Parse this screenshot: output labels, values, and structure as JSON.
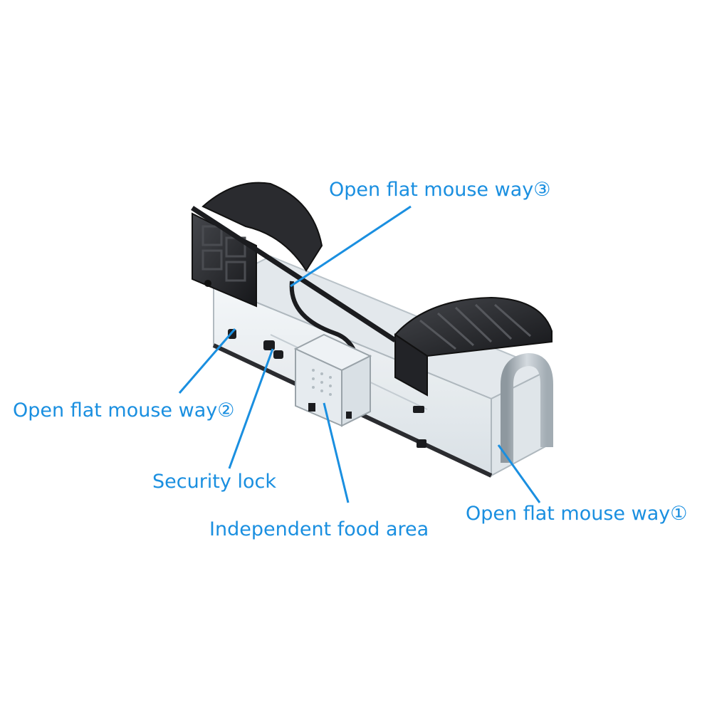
{
  "colors": {
    "label": "#1a8fe0",
    "leader": "#1a8fe0",
    "plastic_dark": "#1e1f22",
    "plastic_mid": "#3a3c41",
    "clear_body": "#e9eef2",
    "metal_door": "#b7c0c6"
  },
  "callouts": {
    "way3": "Open flat mouse way③",
    "way2": "Open flat mouse way②",
    "lock": "Security lock",
    "food": "Independent food area",
    "way1": "Open flat mouse way①"
  }
}
